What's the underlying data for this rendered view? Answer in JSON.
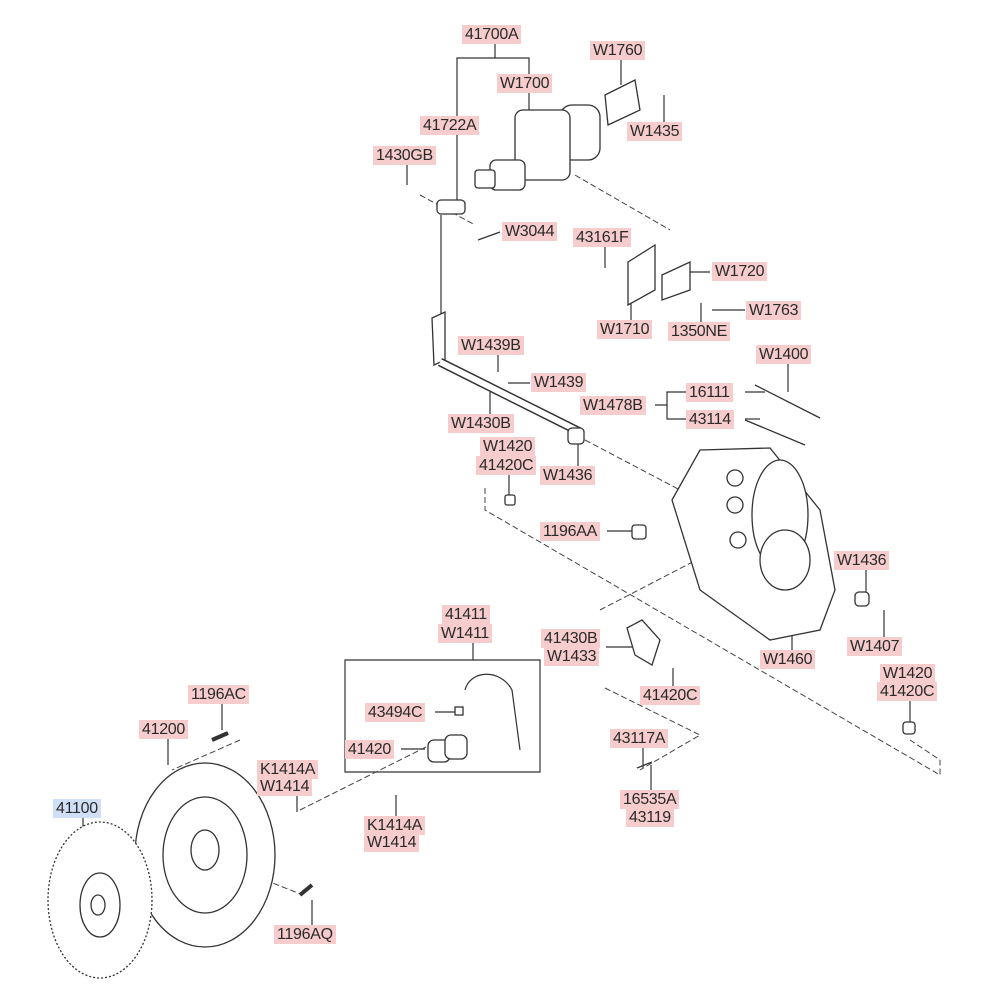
{
  "diagram": {
    "labels": [
      {
        "code": "41700A"
      },
      {
        "code": "W1700"
      },
      {
        "code": "W1760"
      },
      {
        "code": "W1435"
      },
      {
        "code": "41722A"
      },
      {
        "code": "1430GB"
      },
      {
        "code": "W3044"
      },
      {
        "code": "43161F"
      },
      {
        "code": "W1720"
      },
      {
        "code": "W1763"
      },
      {
        "code": "W1710"
      },
      {
        "code": "1350NE"
      },
      {
        "code": "W1439B"
      },
      {
        "code": "W1400"
      },
      {
        "code": "W1439"
      },
      {
        "code": "16111"
      },
      {
        "code": "W1478B"
      },
      {
        "code": "43114"
      },
      {
        "code": "W1430B"
      },
      {
        "code": "W1420"
      },
      {
        "code": "41420C"
      },
      {
        "code": "W1436"
      },
      {
        "code": "1196AA"
      },
      {
        "code": "W1436"
      },
      {
        "code": "41411"
      },
      {
        "code": "W1411"
      },
      {
        "code": "41430B"
      },
      {
        "code": "W1433"
      },
      {
        "code": "W1460"
      },
      {
        "code": "W1407"
      },
      {
        "code": "W1420"
      },
      {
        "code": "41420C"
      },
      {
        "code": "41420C"
      },
      {
        "code": "1196AC"
      },
      {
        "code": "43494C"
      },
      {
        "code": "41200"
      },
      {
        "code": "41420"
      },
      {
        "code": "43117A"
      },
      {
        "code": "K1414A"
      },
      {
        "code": "W1414"
      },
      {
        "code": "16535A"
      },
      {
        "code": "43119"
      },
      {
        "code": "41100",
        "selected": true
      },
      {
        "code": "K1414A"
      },
      {
        "code": "W1414"
      },
      {
        "code": "1196AQ"
      }
    ],
    "colors": {
      "label_bg": "#f6cccc",
      "selected_bg": "#cfe0f6"
    }
  }
}
